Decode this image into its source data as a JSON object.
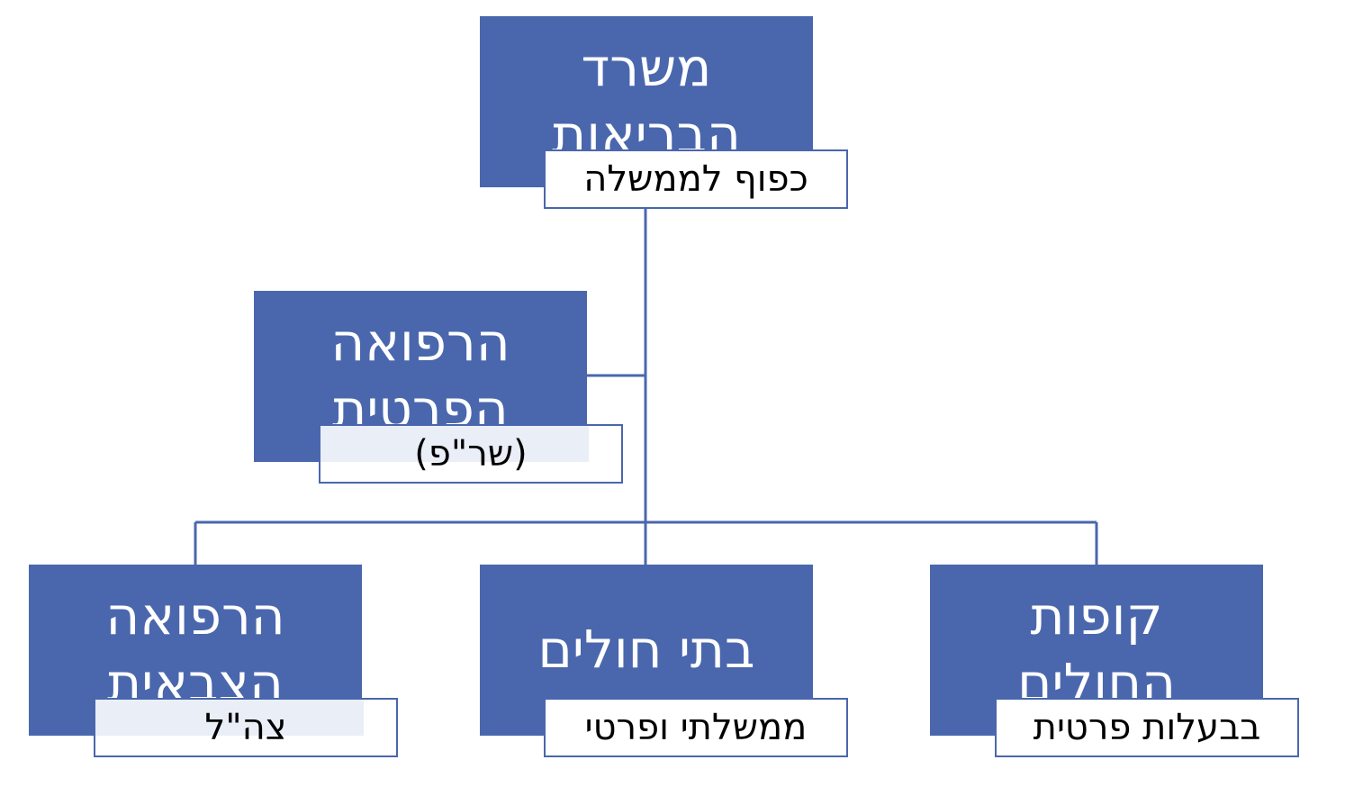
{
  "diagram": {
    "root": {
      "title": "משרד\nהבריאות",
      "subtitle": "כפוף לממשלה"
    },
    "private_medicine": {
      "title": "הרפואה\nהפרטית",
      "subtitle": "(שר\"פ)"
    },
    "military_medicine": {
      "title": "הרפואה\nהצבאית",
      "subtitle": "צה\"ל"
    },
    "hospitals": {
      "title": "בתי חולים",
      "subtitle": "ממשלתי ופרטי"
    },
    "health_funds": {
      "title": "קופות\nהחולים",
      "subtitle": "בבעלות פרטית"
    }
  },
  "colors": {
    "box_fill": "#4a67ad",
    "connector": "#4a67ad",
    "label_fill": "#ffffff",
    "label_border": "#4a67ad",
    "label_tint": "#e9eef7"
  }
}
